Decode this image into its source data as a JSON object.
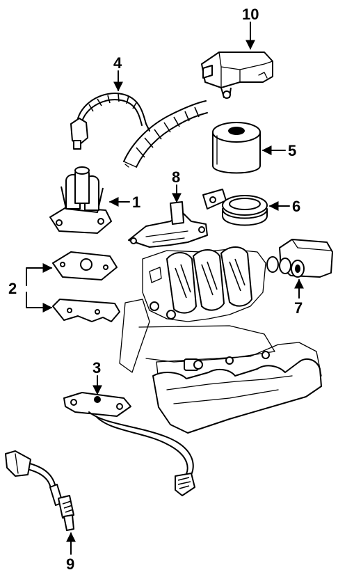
{
  "callouts": {
    "c1": "1",
    "c2": "2",
    "c3": "3",
    "c4": "4",
    "c5": "5",
    "c6": "6",
    "c7": "7",
    "c8": "8",
    "c9": "9",
    "c10": "10"
  },
  "icons": [
    "arrow-icon"
  ]
}
